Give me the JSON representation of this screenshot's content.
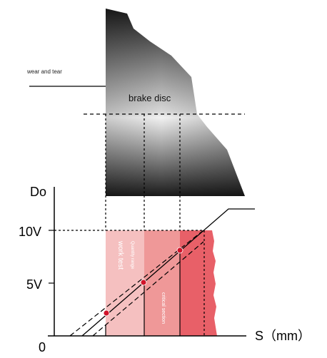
{
  "disc": {
    "wear_label": "wear and tear",
    "name_label": "brake disc"
  },
  "axes": {
    "y_label": "Do",
    "x_label": "S（mm）",
    "origin": "0",
    "tick_10v": "10V",
    "tick_5v": "5V"
  },
  "zones": {
    "work_test": "work test",
    "quantity_range": "Quantity range",
    "critical_section": "critical section"
  },
  "colors": {
    "zone_light": "#f5c0c0",
    "zone_mid": "#ef9898",
    "zone_dark": "#e86068",
    "marker": "#d0142a"
  }
}
